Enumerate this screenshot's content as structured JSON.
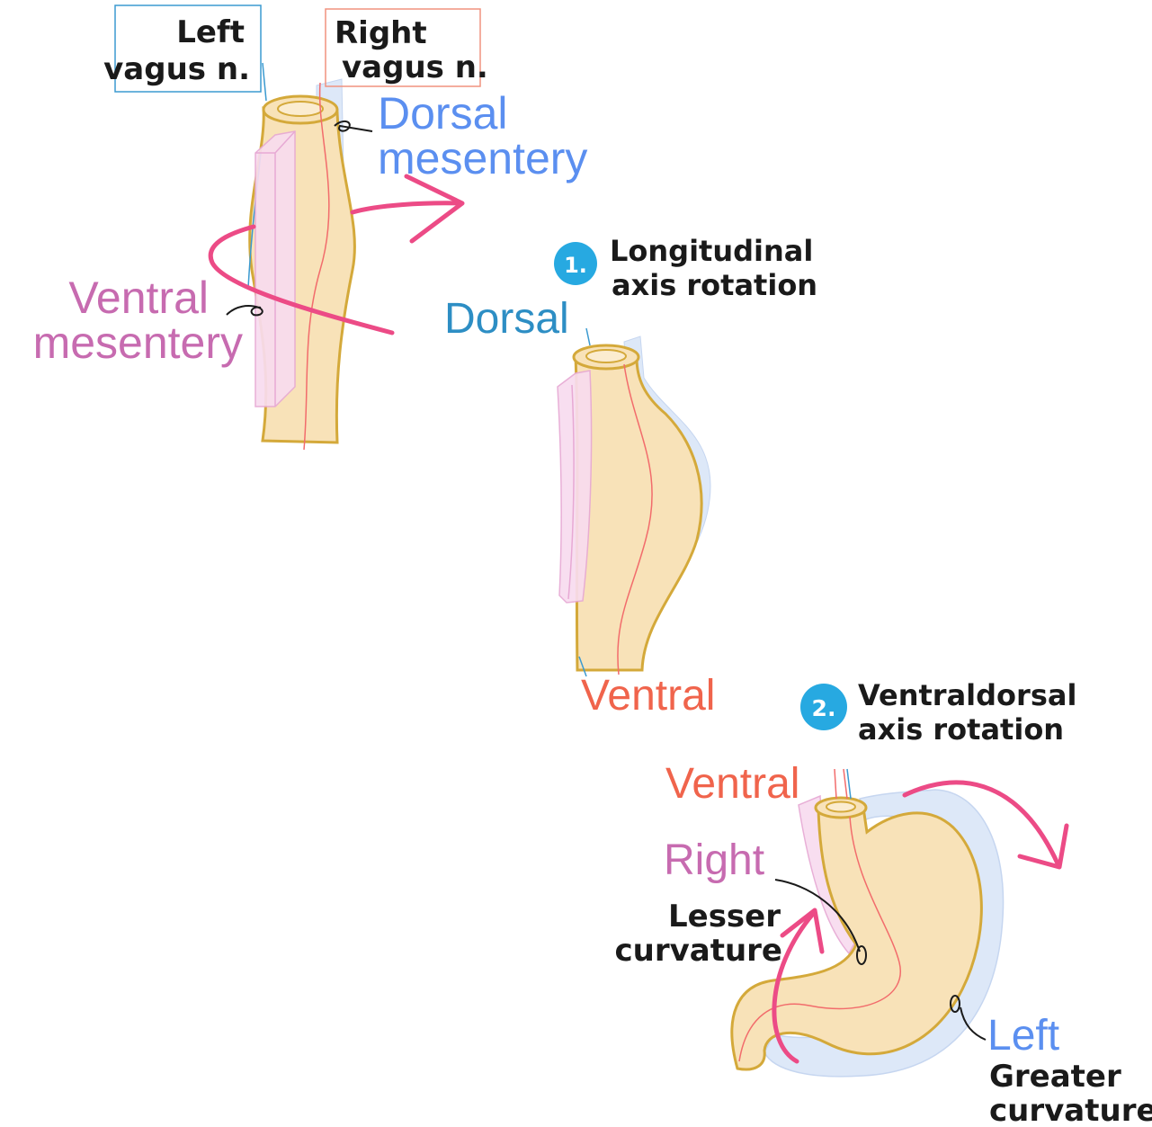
{
  "labels": {
    "left_vagus_line1": "Left",
    "left_vagus_line2": "vagus n.",
    "right_vagus_line1": "Right",
    "right_vagus_line2": "vagus n.",
    "dorsal_mesentery_line1": "Dorsal",
    "dorsal_mesentery_line2": "mesentery",
    "ventral_mesentery_line1": "Ventral",
    "ventral_mesentery_line2": "mesentery",
    "step1_number": "1.",
    "step1_line1": "Longitudinal",
    "step1_line2": "axis rotation",
    "dorsal": "Dorsal",
    "ventral_mid": "Ventral",
    "step2_number": "2.",
    "step2_line1": "Ventraldorsal",
    "step2_line2": "axis rotation",
    "ventral_bottom": "Ventral",
    "right": "Right",
    "lesser_curvature_line1": "Lesser",
    "lesser_curvature_line2": "curvature",
    "left": "Left",
    "greater_curvature_line1": "Greater",
    "greater_curvature_line2": "curvature"
  },
  "colors": {
    "stomach_fill": "#f8e2b8",
    "stomach_outline": "#d4a93a",
    "dorsal_mesentery": "#dde8f8",
    "ventral_mesentery": "#f8dcef",
    "ventral_mesentery_edge": "#e7a9d4",
    "right_vagus": "#f26c6c",
    "left_vagus": "#3b9ad0",
    "rotation_arrow": "#ec4b86",
    "blue_label": "#5b8ff0",
    "dorsal_label": "#2d8ec4",
    "ventral_label": "#f0644c",
    "pink_label": "#c76bb0",
    "step_badge": "#27a9e1"
  }
}
